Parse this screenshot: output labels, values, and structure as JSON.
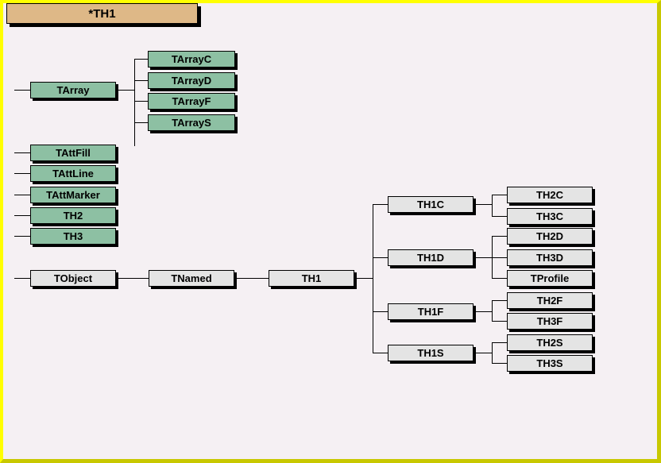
{
  "window": {
    "title": "*TH1",
    "background_color": "#f5f0f3",
    "border_color": "#ffff00",
    "title_bar_color": "#deb887"
  },
  "legend": {
    "green_color": "#8dc0a3",
    "gray_color": "#e4e4e4"
  },
  "nodes": {
    "tarray": "TArray",
    "tarrayc": "TArrayC",
    "tarrayd": "TArrayD",
    "tarrayf": "TArrayF",
    "tarrays": "TArrayS",
    "tattfill": "TAttFill",
    "tattline": "TAttLine",
    "tattmarker": "TAttMarker",
    "th2": "TH2",
    "th3": "TH3",
    "tobject": "TObject",
    "tnamed": "TNamed",
    "th1": "TH1",
    "th1c": "TH1C",
    "th1d": "TH1D",
    "th1f": "TH1F",
    "th1s": "TH1S",
    "th2c": "TH2C",
    "th3c": "TH3C",
    "th2d": "TH2D",
    "th3d": "TH3D",
    "tprofile": "TProfile",
    "th2f": "TH2F",
    "th3f": "TH3F",
    "th2s": "TH2S",
    "th3s": "TH3S"
  }
}
